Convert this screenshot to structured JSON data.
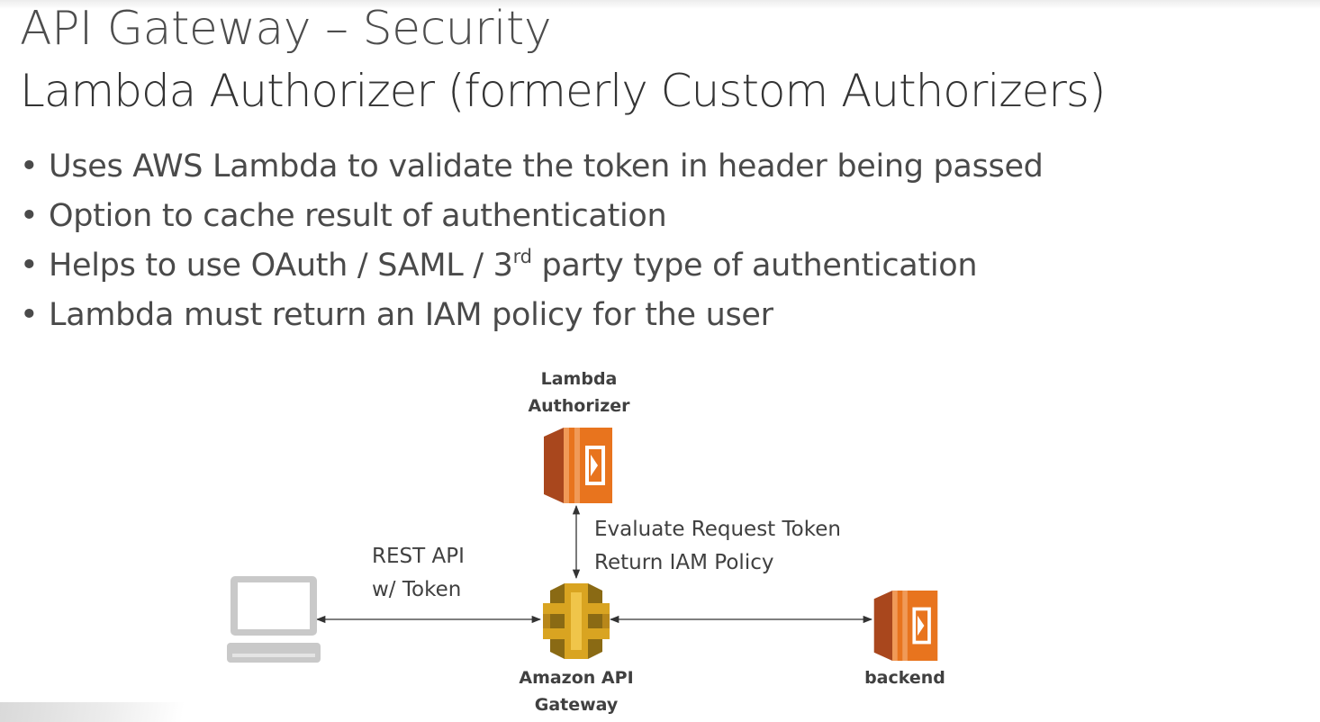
{
  "slide": {
    "title": "API Gateway – Security",
    "subtitle": "Lambda Authorizer (formerly Custom Authorizers)",
    "bullets": {
      "b1": "Uses AWS Lambda to validate the token in header being passed",
      "b2": "Option to cache result of authentication",
      "b3_before": "Helps to use OAuth / SAML / 3",
      "b3_sup": "rd",
      "b3_after": " party type of authentication",
      "b4": "Lambda must return an IAM policy for the user"
    }
  },
  "diagram": {
    "nodes": {
      "lambda_authorizer": {
        "line1": "Lambda",
        "line2": "Authorizer",
        "icon": "aws-lambda-icon"
      },
      "api_gateway": {
        "line1": "Amazon API",
        "line2": "Gateway",
        "icon": "aws-api-gateway-icon"
      },
      "backend": {
        "line1": "backend",
        "icon": "aws-lambda-icon"
      },
      "client": {
        "icon": "laptop-icon"
      }
    },
    "edges": {
      "client_to_gateway": {
        "line1": "REST API",
        "line2": "w/ Token"
      },
      "gateway_to_authorizer": {
        "line1": "Evaluate Request Token",
        "line2": "Return IAM Policy"
      }
    }
  },
  "colors": {
    "lambda_orange": "#e8741e",
    "lambda_dark": "#a9471d",
    "gateway_gold": "#d9a421",
    "gateway_dark": "#8a6a14",
    "laptop_gray": "#c9c9c9",
    "text": "#404040"
  }
}
